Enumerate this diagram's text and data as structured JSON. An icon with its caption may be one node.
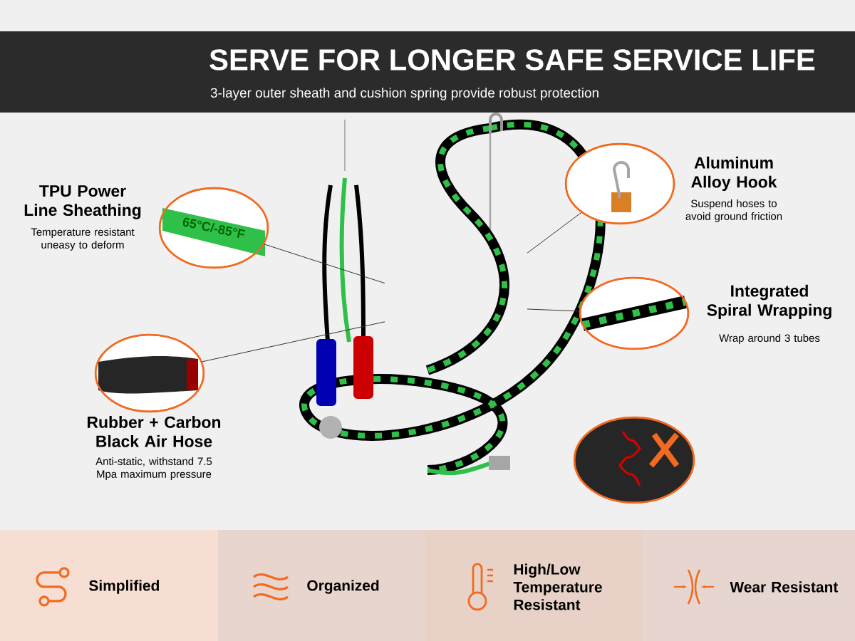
{
  "diagram": {
    "title": "SERVE FOR LONGER SAFE SERVICE LIFE",
    "caption": "3-layer outer sheath and cushion spring provide robust protection",
    "nodes": [
      {
        "text": [],
        "shape": "picture"
      },
      {
        "text": [
          "65°C/-85°F"
        ],
        "beside": [
          "TPU Power Line Sheathing",
          "Temperature resistant uneasy to deform"
        ]
      },
      {
        "text": [],
        "shape": "picture",
        "beside": [
          "Rubber + Carbon Black Air Hose",
          "Anti-static, withstand 7.5 Mpa maximum pressure"
        ]
      },
      {
        "text": [],
        "shape": "picture",
        "beside": [
          "Aluminum Alloy Hook",
          "Suspend hoses to avoid ground friction"
        ]
      },
      {
        "text": [],
        "shape": "picture",
        "beside": [
          "Integrated Spiral Wrapping",
          "Wrap around 3 tubes"
        ]
      },
      {
        "text": [],
        "shape": "picture"
      },
      {
        "text": [
          "Simplified"
        ]
      },
      {
        "text": [
          "Organized"
        ]
      },
      {
        "text": [
          "High/Low Temperature Resistant"
        ]
      },
      {
        "text": [
          "Wear Resistant"
        ]
      }
    ],
    "edges": [
      {
        "from": 1,
        "to": 0,
        "arrow": "none"
      },
      {
        "from": 2,
        "to": 0,
        "arrow": "none"
      },
      {
        "from": 3,
        "to": 0,
        "arrow": "none"
      },
      {
        "from": 4,
        "to": 0,
        "arrow": "none"
      }
    ]
  }
}
